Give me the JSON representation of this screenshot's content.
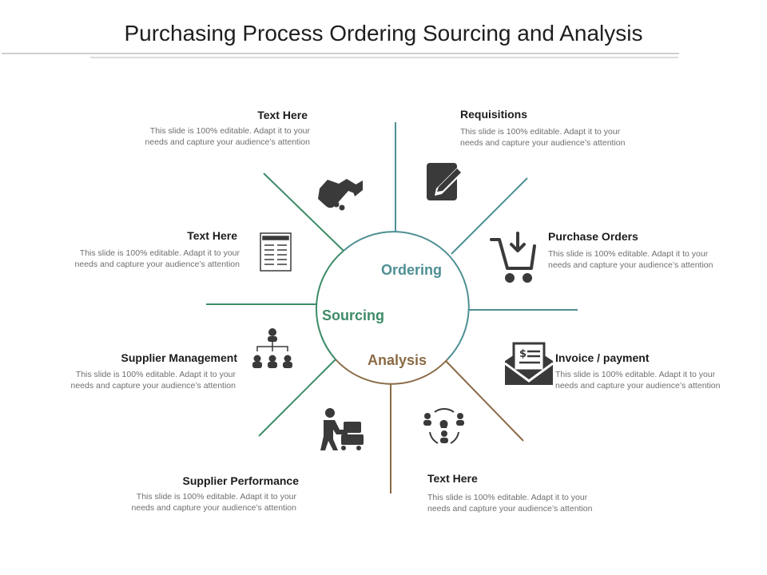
{
  "title": "Purchasing Process Ordering Sourcing and Analysis",
  "colors": {
    "ordering": "#4e8f93",
    "sourcing": "#3d8c67",
    "analysis": "#8a6b46",
    "icon": "#3a3a3a"
  },
  "segments": {
    "ordering": "Ordering",
    "sourcing": "Sourcing",
    "analysis": "Analysis"
  },
  "items": [
    {
      "heading": "Text Here",
      "body1": "This slide is 100% editable. Adapt it to your",
      "body2": "needs and capture your audience’s attention",
      "icon": "handshake-icon"
    },
    {
      "heading": "Requisitions",
      "body1": "This slide is 100% editable. Adapt it to your",
      "body2": "needs and capture your audience’s attention",
      "icon": "edit-document-icon"
    },
    {
      "heading": "Text Here",
      "body1": "This slide is 100% editable. Adapt it to your",
      "body2": "needs and capture your audience’s attention",
      "icon": "form-document-icon"
    },
    {
      "heading": "Purchase Orders",
      "body1": "This slide is 100% editable. Adapt it to your",
      "body2": "needs and capture your audience’s attention",
      "icon": "shopping-cart-icon"
    },
    {
      "heading": "Supplier Management",
      "body1": "This slide is 100% editable. Adapt it to your",
      "body2": "needs and capture your audience’s attention",
      "icon": "org-chart-icon"
    },
    {
      "heading": "Invoice / payment",
      "body1": "This slide is 100% editable. Adapt it to your",
      "body2": "needs and capture your audience’s attention",
      "icon": "invoice-envelope-icon"
    },
    {
      "heading": "Supplier Performance",
      "body1": "This slide is 100% editable. Adapt it to your",
      "body2": "needs and capture your audience’s attention",
      "icon": "delivery-worker-icon"
    },
    {
      "heading": "Text Here",
      "body1": "This slide is 100% editable. Adapt it to your",
      "body2": "needs and capture your audience’s attention",
      "icon": "team-idea-icon"
    }
  ]
}
